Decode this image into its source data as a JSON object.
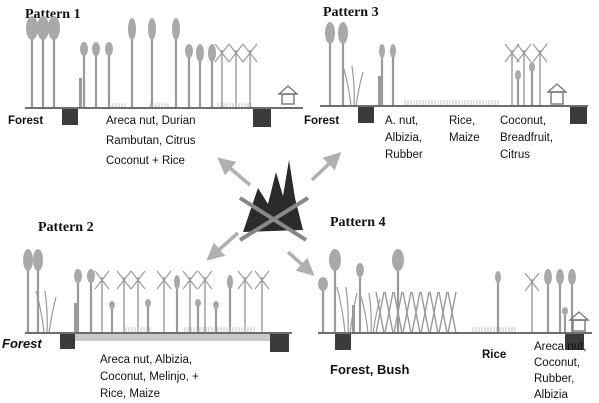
{
  "patterns": [
    {
      "title": "Pattern 1",
      "edge_label": "Forest",
      "crops": [
        "Areca nut, Durian",
        "Rambutan, Citrus",
        "Coconut + Rice"
      ]
    },
    {
      "title": "Pattern 2",
      "edge_label": "Forest",
      "crops": [
        "Areca nut, Albizia,",
        "Coconut, Melinjo, +",
        "Rice, Maize"
      ]
    },
    {
      "title": "Pattern 3",
      "edge_label": "Forest",
      "crops_a": [
        "A. nut,",
        "Albizia,",
        "Rubber"
      ],
      "crops_b": [
        "Rice,",
        "Maize"
      ],
      "crops_c": [
        "Coconut,",
        "Breadfruit,",
        "Citrus"
      ]
    },
    {
      "title": "Pattern 4",
      "edge_label": "Forest, Bush",
      "middle_label": "Rice",
      "crops": [
        "Areca nut,",
        "Coconut,",
        "Rubber,",
        "Albizia"
      ]
    }
  ],
  "colors": {
    "tree": "#a9a9a9",
    "trunk": "#9a9a9a",
    "ground": "#6e6e6e",
    "block": "#3b3b3b",
    "arrow": "#b0b0b0",
    "fire": "#2b2b2b"
  },
  "icons": [
    "tree-icon",
    "palm-icon",
    "house-icon",
    "fire-icon",
    "cross-icon",
    "arrow-icon"
  ]
}
